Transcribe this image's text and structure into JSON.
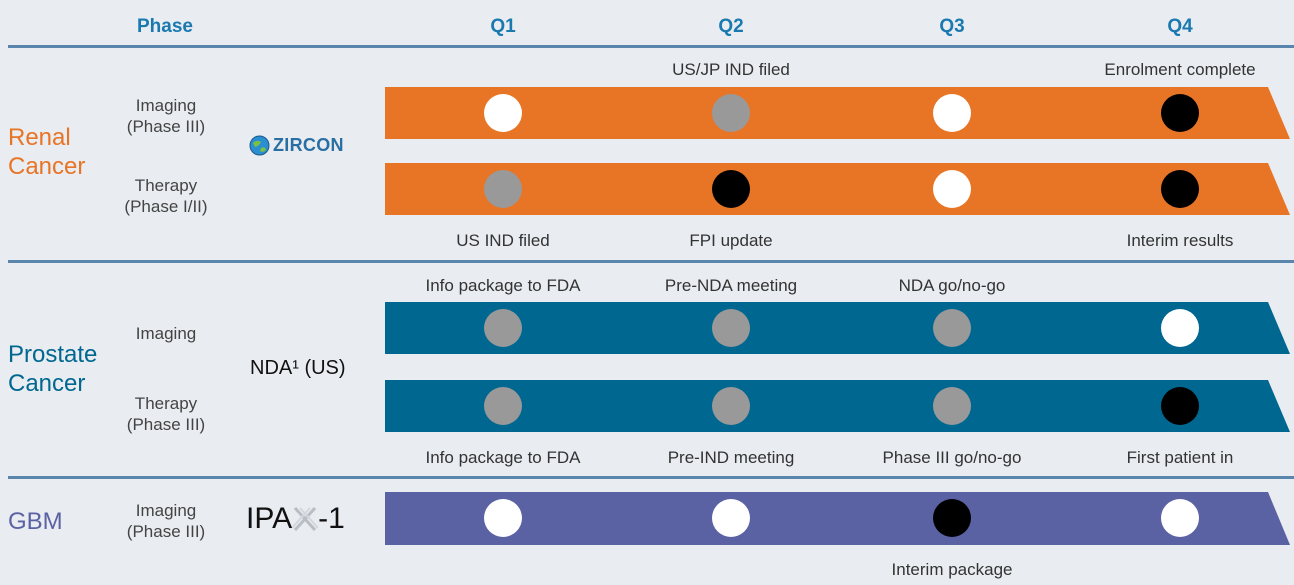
{
  "header": {
    "phase": "Phase",
    "quarters": [
      "Q1",
      "Q2",
      "Q3",
      "Q4"
    ]
  },
  "colors": {
    "renal": "#e87425",
    "prostate": "#006790",
    "gbm": "#5b62a4",
    "header": "#1a7ab0"
  },
  "renal": {
    "title_line1": "Renal",
    "title_line2": "Cancer",
    "logo": {
      "icon": "globe-icon",
      "text": "ZIRCON"
    },
    "imaging": {
      "label1": "Imaging",
      "label2": "(Phase III)",
      "above": [
        "",
        "US/JP IND filed",
        "",
        "Enrolment complete"
      ],
      "dots": [
        "white",
        "grey",
        "white",
        "black"
      ]
    },
    "therapy": {
      "label1": "Therapy",
      "label2": "(Phase I/II)",
      "below": [
        "US IND filed",
        "FPI update",
        "",
        "Interim results"
      ],
      "dots": [
        "grey",
        "black",
        "white",
        "black"
      ]
    }
  },
  "prostate": {
    "title_line1": "Prostate",
    "title_line2": "Cancer",
    "product": "NDA¹ (US)",
    "imaging": {
      "label1": "Imaging",
      "above": [
        "Info package to FDA",
        "Pre-NDA meeting",
        "NDA go/no-go",
        ""
      ],
      "dots": [
        "grey",
        "grey",
        "grey",
        "white"
      ]
    },
    "therapy": {
      "label1": "Therapy",
      "label2": "(Phase III)",
      "below": [
        "Info package to FDA",
        "Pre-IND meeting",
        "Phase III go/no-go",
        "First patient in"
      ],
      "dots": [
        "grey",
        "grey",
        "grey",
        "black"
      ]
    }
  },
  "gbm": {
    "title": "GBM",
    "product": {
      "prefix": "IPA",
      "suffix": "-1",
      "icon": "crossed-x-icon"
    },
    "imaging": {
      "label1": "Imaging",
      "label2": "(Phase III)",
      "below": [
        "",
        "",
        "Interim package",
        ""
      ],
      "dots": [
        "white",
        "white",
        "black",
        "white"
      ]
    }
  }
}
